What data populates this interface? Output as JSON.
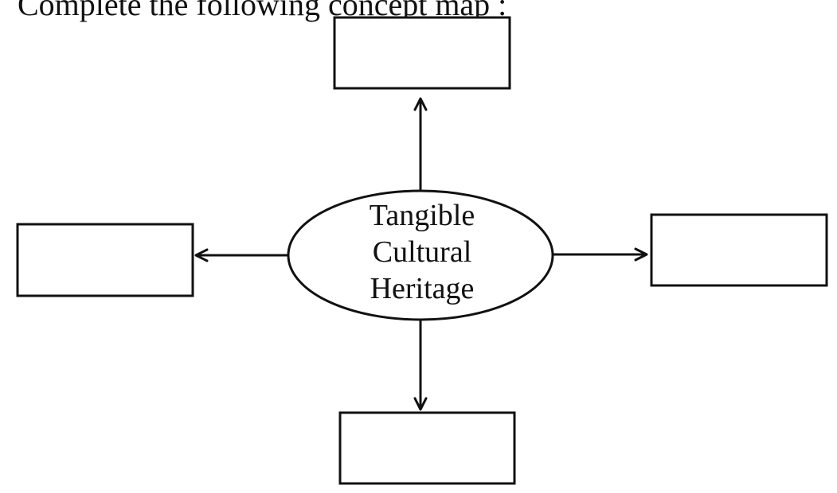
{
  "instruction": "Complete the following concept map :",
  "center": {
    "lines": [
      "Tangible",
      "Cultural",
      "Heritage"
    ]
  },
  "boxes": {
    "top": "",
    "left": "",
    "right": "",
    "bottom": ""
  },
  "colors": {
    "ink": "#111111",
    "background": "#ffffff"
  }
}
